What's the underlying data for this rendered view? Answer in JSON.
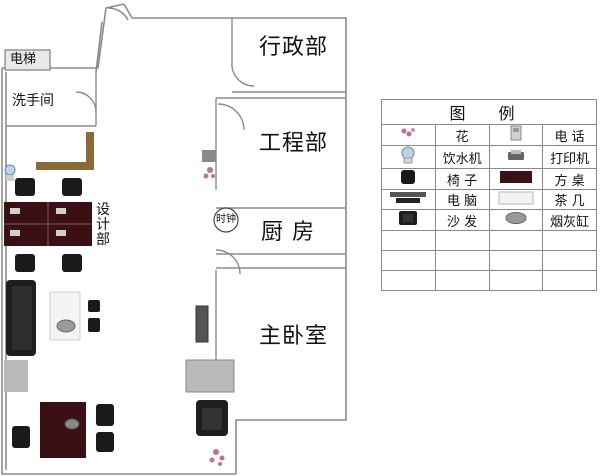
{
  "rooms": {
    "elevator": "电梯",
    "restroom": "洗手间",
    "admin": "行政部",
    "engineering": "工程部",
    "kitchen": "厨 房",
    "master_bedroom": "主卧室",
    "design_dept": [
      "设",
      "计",
      "部"
    ],
    "clock": "时钟"
  },
  "legend": {
    "title": "图 例",
    "rows": [
      {
        "left_icon": "flower-icon",
        "left_label": "花",
        "right_icon": "telephone-icon",
        "right_label": "电 话"
      },
      {
        "left_icon": "water-dispenser-icon",
        "left_label": "饮水机",
        "right_icon": "printer-icon",
        "right_label": "打印机"
      },
      {
        "left_icon": "chair-icon",
        "left_label": "椅 子",
        "right_icon": "square-table-icon",
        "right_label": "方 桌"
      },
      {
        "left_icon": "computer-icon",
        "left_label": "电 脑",
        "right_icon": "tea-table-icon",
        "right_label": "茶 几"
      },
      {
        "left_icon": "sofa-icon",
        "left_label": "沙 发",
        "right_icon": "ashtray-icon",
        "right_label": "烟灰缸"
      }
    ],
    "empty_rows": 3
  },
  "colors": {
    "wall": "#8c8c8c",
    "desk": "#3a1014",
    "counter": "#8a6a3a",
    "sofa": "#1e1e1e",
    "pillar": "#b9b9b9",
    "flower": "#c07090"
  }
}
